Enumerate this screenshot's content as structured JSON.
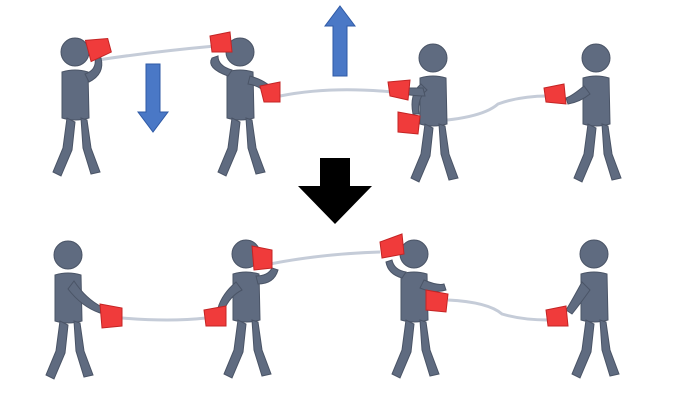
{
  "figure": {
    "colors": {
      "background": "#ffffff",
      "figure_body": "#5f6b80",
      "figure_edge": "#4a5466",
      "cup": "#f03b3b",
      "cup_edge": "#c42424",
      "string": "#c5ccd8",
      "arrow_blue": "#4a78c6",
      "arrow_blue_edge": "#2f5aa6",
      "arrow_black": "#000000"
    },
    "rows": [
      {
        "name": "top-row",
        "figures": [
          {
            "name": "person-1",
            "pose": "cup-to-mouth"
          },
          {
            "name": "person-2",
            "pose": "cup-to-ear-and-hand"
          },
          {
            "name": "person-3",
            "pose": "two-cups-in-hands"
          },
          {
            "name": "person-4",
            "pose": "cup-in-hand"
          }
        ],
        "arrows": [
          {
            "name": "down-arrow",
            "direction": "down",
            "icon": "arrow-down-icon"
          },
          {
            "name": "up-arrow",
            "direction": "up",
            "icon": "arrow-up-icon"
          }
        ]
      },
      {
        "name": "bottom-row",
        "figures": [
          {
            "name": "person-1",
            "pose": "cup-in-hand"
          },
          {
            "name": "person-2",
            "pose": "cup-to-ear-and-hand"
          },
          {
            "name": "person-3",
            "pose": "cup-to-ear-and-hand"
          },
          {
            "name": "person-4",
            "pose": "cup-in-hand"
          }
        ]
      }
    ],
    "transition_arrow": {
      "direction": "down",
      "icon": "arrow-down-icon"
    }
  }
}
